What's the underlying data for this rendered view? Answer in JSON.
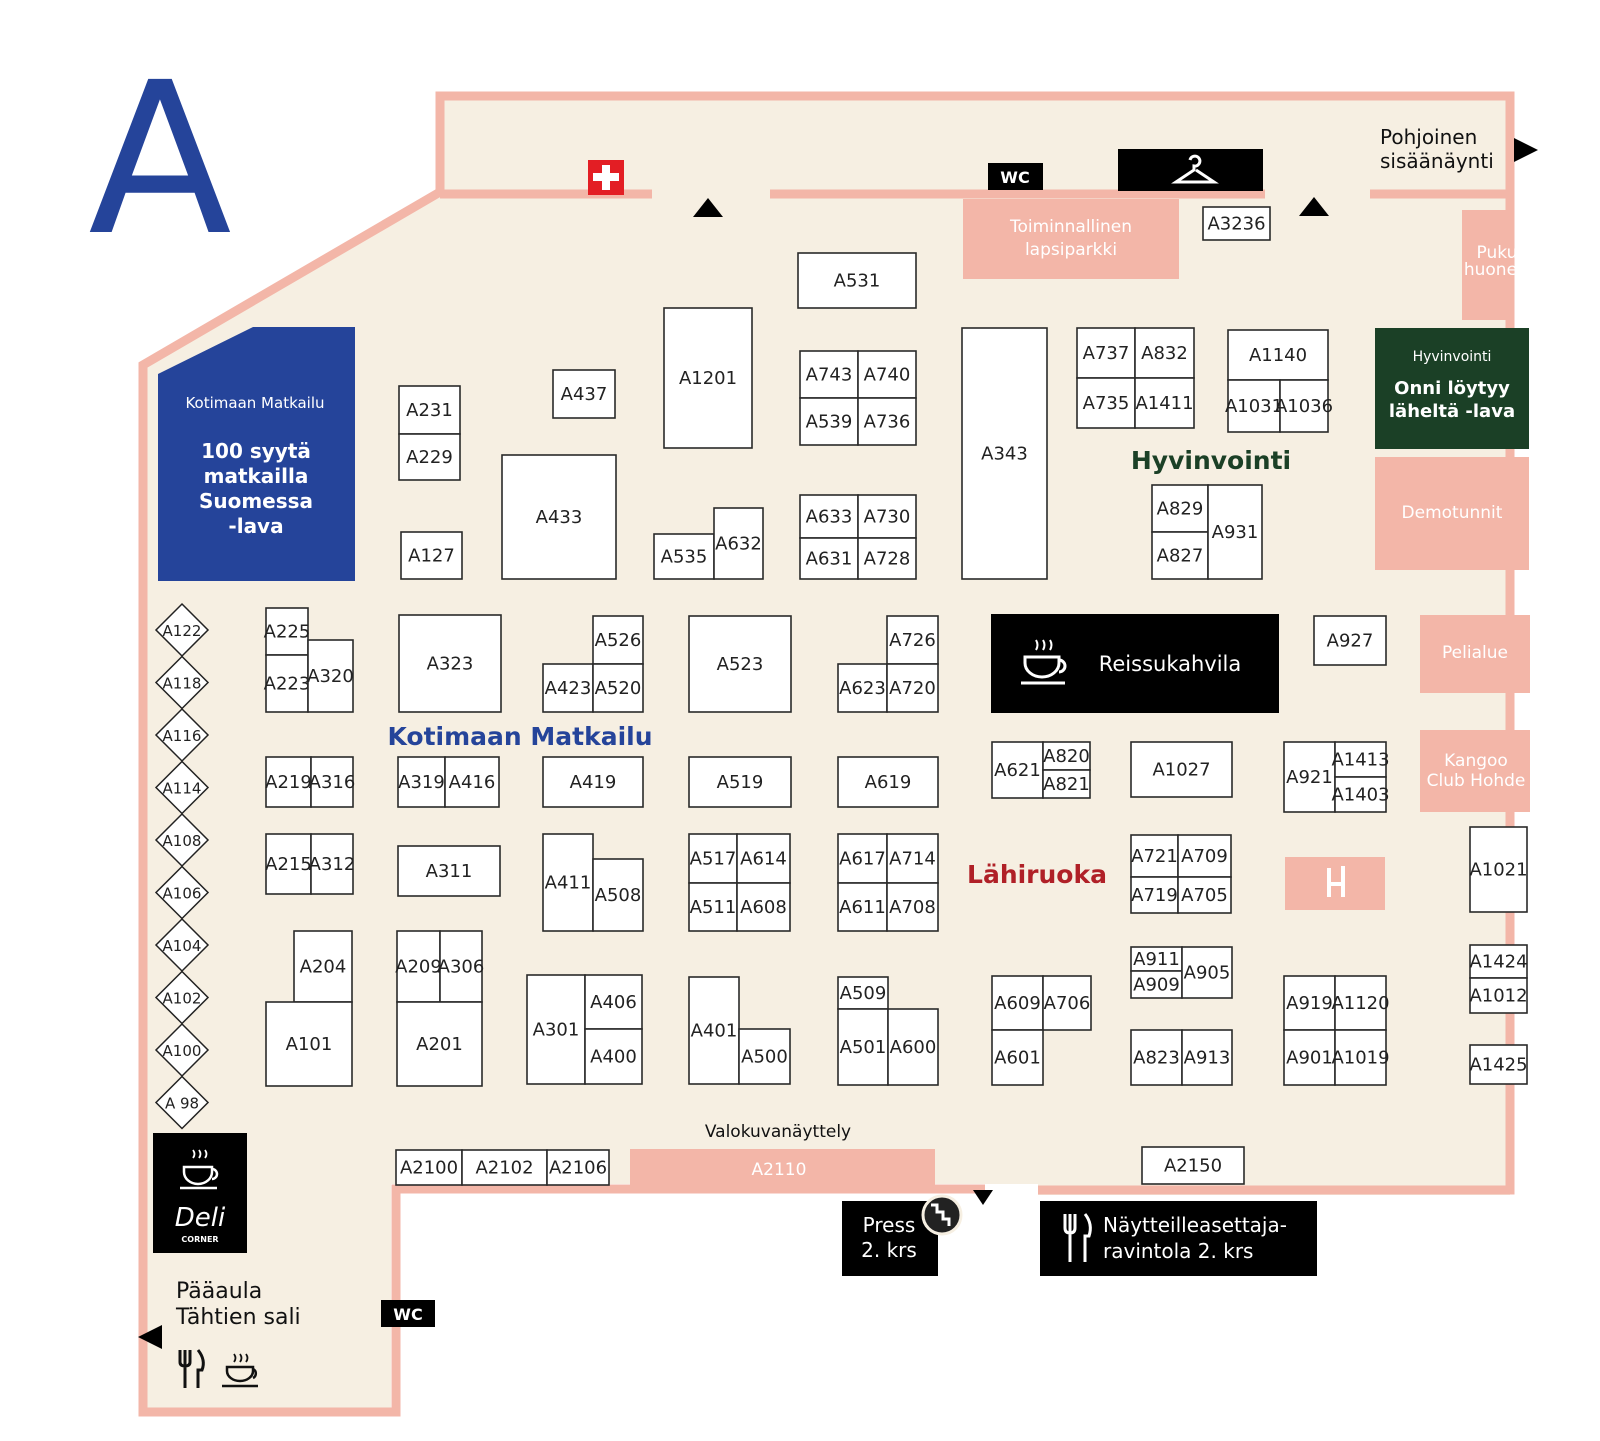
{
  "hall_letter": "A",
  "colors": {
    "floor": "#f6efe2",
    "wall": "#f3b6a8",
    "blue": "#25449a",
    "green": "#1b4026",
    "red": "#b02027",
    "black": "#000000"
  },
  "zones": {
    "kotimaan_matkailu": "Kotimaan Matkailu",
    "hyvinvointi": "Hyvinvointi",
    "lahiruoka": "Lähiruoka"
  },
  "stages": {
    "blue_stage": {
      "header": "Kotimaan Matkailu",
      "lines": [
        "100 syytä",
        "matkailla",
        "Suomessa",
        "-lava"
      ]
    },
    "green_stage": {
      "header": "Hyvinvointi",
      "lines": [
        "Onni löytyy",
        "läheltä -lava"
      ]
    }
  },
  "areas": {
    "lapsiparkki": [
      "Toiminnallinen",
      "lapsiparkki"
    ],
    "pukuhuoneet": [
      "Puku-",
      "huoneet"
    ],
    "demotunnit": "Demotunnit",
    "pelialue": "Pelialue",
    "kangoo": [
      "Kangoo",
      "Club Hohde"
    ],
    "valokuva_label": "Valokuvanäyttely",
    "a2110": "A2110"
  },
  "cafes": {
    "reissukahvila": "Reissukahvila",
    "deli": "Deli",
    "deli_sub": "CORNER"
  },
  "entrances": {
    "north": [
      "Pohjoinen",
      "sisäänäynti"
    ],
    "main": [
      "Pääaula",
      "Tähtien sali"
    ]
  },
  "signs": {
    "press": [
      "Press",
      "2. krs"
    ],
    "restaurant": [
      "Näytteilleasettaja-",
      "ravintola 2. krs"
    ],
    "wc": "WC"
  },
  "icons": [
    "first-aid-icon",
    "coat-hanger-icon",
    "coffee-cup-icon",
    "cutlery-icon",
    "stairs-icon",
    "chair-icon",
    "arrow-up-icon",
    "arrow-left-icon",
    "arrow-right-icon",
    "arrow-down-icon"
  ],
  "booths": [
    "A531",
    "A1201",
    "A743",
    "A740",
    "A539",
    "A736",
    "A343",
    "A737",
    "A832",
    "A735",
    "A1411",
    "A1140",
    "A1031",
    "A1036",
    "A3236",
    "A231",
    "A229",
    "A437",
    "A433",
    "A127",
    "A535",
    "A632",
    "A633",
    "A730",
    "A631",
    "A728",
    "A829",
    "A827",
    "A931",
    "A225",
    "A223",
    "A320",
    "A323",
    "A526",
    "A423",
    "A520",
    "A523",
    "A726",
    "A623",
    "A720",
    "A927",
    "A219",
    "A316",
    "A319",
    "A416",
    "A419",
    "A519",
    "A619",
    "A621",
    "A820",
    "A821",
    "A1027",
    "A921",
    "A1413",
    "A1403",
    "A215",
    "A312",
    "A311",
    "A411",
    "A508",
    "A517",
    "A614",
    "A511",
    "A608",
    "A617",
    "A714",
    "A611",
    "A708",
    "A721",
    "A709",
    "A719",
    "A705",
    "A1021",
    "A204",
    "A209",
    "A306",
    "A101",
    "A201",
    "A301",
    "A406",
    "A400",
    "A401",
    "A500",
    "A509",
    "A501",
    "A600",
    "A609",
    "A706",
    "A601",
    "A911",
    "A909",
    "A905",
    "A823",
    "A913",
    "A919",
    "A1120",
    "A901",
    "A1019",
    "A1424",
    "A1012",
    "A1425",
    "A2100",
    "A2102",
    "A2106",
    "A2150"
  ],
  "small_booths": [
    "A122",
    "A118",
    "A116",
    "A114",
    "A108",
    "A106",
    "A104",
    "A102",
    "A100",
    "A 98"
  ]
}
